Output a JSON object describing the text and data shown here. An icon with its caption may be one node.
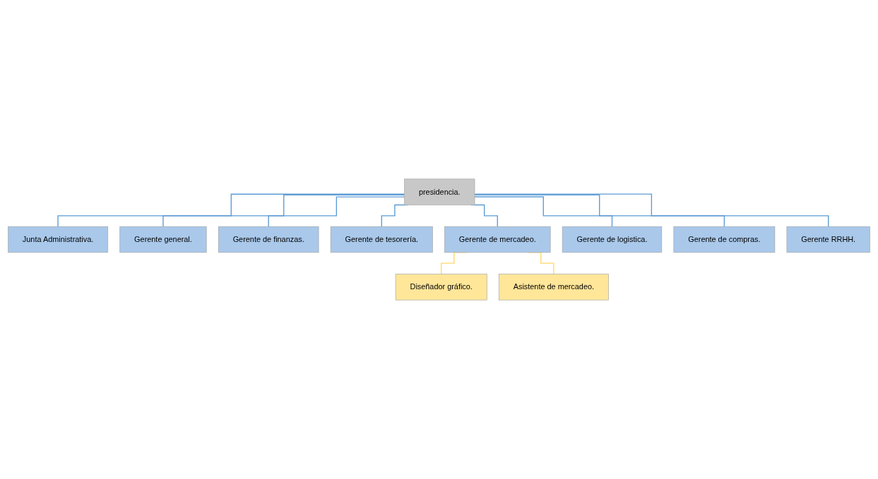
{
  "diagram": {
    "nodes": [
      {
        "text": [
          "presidencia."
        ]
      },
      {
        "text": [
          "Junta Administrativa."
        ]
      },
      {
        "text": [
          "Gerente general."
        ]
      },
      {
        "text": [
          "Gerente de finanzas."
        ]
      },
      {
        "text": [
          "Gerente de tesorería."
        ]
      },
      {
        "text": [
          "Gerente de mercadeo."
        ]
      },
      {
        "text": [
          "Gerente de logistica."
        ]
      },
      {
        "text": [
          "Gerente de compras."
        ]
      },
      {
        "text": [
          "Gerente RRHH."
        ]
      },
      {
        "text": [
          "Diseñador gráfico."
        ]
      },
      {
        "text": [
          "Asistente de mercadeo."
        ]
      }
    ],
    "edges": [
      {
        "from": 0,
        "to": 1,
        "arrow": "none"
      },
      {
        "from": 0,
        "to": 2,
        "arrow": "none"
      },
      {
        "from": 0,
        "to": 3,
        "arrow": "none"
      },
      {
        "from": 0,
        "to": 4,
        "arrow": "none"
      },
      {
        "from": 0,
        "to": 5,
        "arrow": "none"
      },
      {
        "from": 0,
        "to": 6,
        "arrow": "none"
      },
      {
        "from": 0,
        "to": 7,
        "arrow": "none"
      },
      {
        "from": 0,
        "to": 8,
        "arrow": "none"
      },
      {
        "from": 5,
        "to": 9,
        "arrow": "none",
        "color": "#ffd966"
      },
      {
        "from": 5,
        "to": 10,
        "arrow": "none",
        "color": "#ffd966"
      }
    ]
  }
}
